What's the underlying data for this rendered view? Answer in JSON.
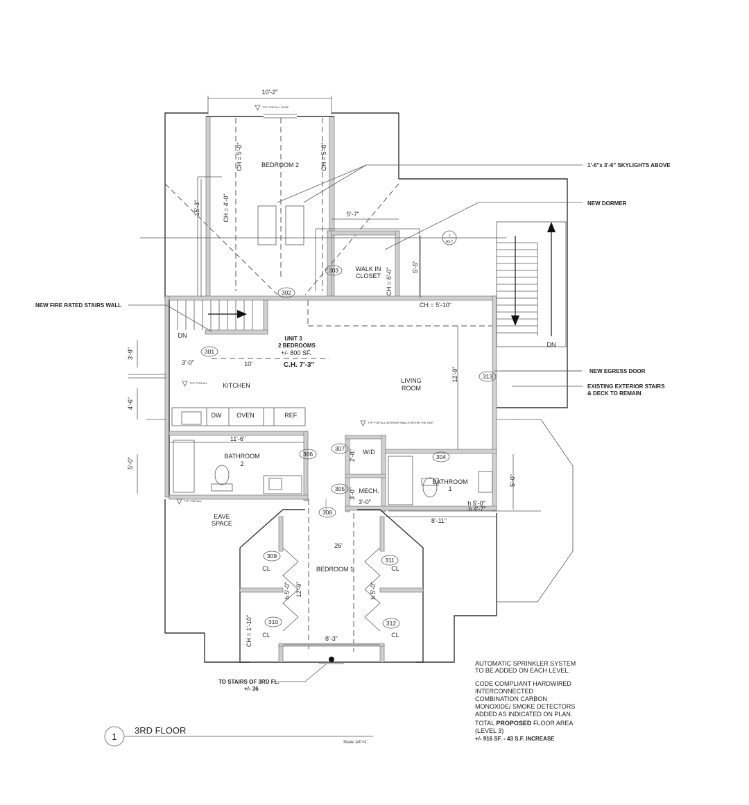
{
  "rooms": {
    "bedroom2": "BEDROOM 2",
    "walk_in_closet_1": "WALK IN",
    "walk_in_closet_2": "CLOSET",
    "kitchen": "KITCHEN",
    "living_1": "LIVING",
    "living_2": "ROOM",
    "bathroom2_1": "BATHROOM",
    "bathroom2_2": "2",
    "bathroom1_1": "BATHROOM",
    "bathroom1_2": "1",
    "eave_1": "EAVE",
    "eave_2": "SPACE",
    "bedroom1": "BEDROOM 1",
    "wd": "W/D",
    "mech": "MECH.",
    "dw": "DW",
    "oven": "OVEN",
    "ref": "REF.",
    "cl": "CL",
    "dn": "DN"
  },
  "unit": {
    "line1": "UNIT 3",
    "line2": "2 BEDROOMS",
    "line3": "+/- 800 SF.",
    "ch": "C.H. 7'-3\""
  },
  "door_tags": [
    "301",
    "302",
    "303",
    "304",
    "305",
    "306",
    "307",
    "308",
    "309",
    "310",
    "311",
    "312",
    "313"
  ],
  "dimensions": {
    "d_10_2": "10'-2\"",
    "d_15_3": "15'-3\"",
    "d_5_7": "5'-7\"",
    "d_5_5": "5'-5\"",
    "d_3_9": "3'-9\"",
    "d_3_0": "3'-0\"",
    "d_10": "10'",
    "d_4_6": "4'-6\"",
    "d_5_0_left": "5'-0\"",
    "d_11_6": "11'-6\"",
    "d_12_9_living": "12'-9\"",
    "d_2_8": "2'-8\"",
    "d_3_0_mech": "3'-0\"",
    "d_3_0_b": "3'-0\"",
    "d_4_7": "h 4'-7\"",
    "d_5_0_bath": "h 5'-0\"",
    "d_8_11": "8'-11\"",
    "d_5_0_right": "5'-0\"",
    "d_26": "26'",
    "d_12_9_bed": "12'-9\"",
    "d_h5_left": "h 5'-0\"",
    "d_h5_right": "h 5'-0\"",
    "d_8_3": "8'-3\"",
    "ch_5_0_a": "CH = 5'-0\"",
    "ch_5_0_b": "CH = 5'-0\"",
    "ch_4_0": "CH = 4'-0\"",
    "ch_6_0": "CH = 6'-0\"",
    "ch_5_10": "CH = 5'-10\"",
    "ch_1_10": "CH = 1'-10\""
  },
  "callouts": {
    "skylights": "1'-6\"x 3'-6\" SKYLIGHTS ABOVE",
    "dormer": "NEW DORMER",
    "fire_wall": "NEW FIRE RATED STAIRS WALL",
    "egress": "NEW EGRESS DOOR",
    "ext_stairs_1": "EXISTING EXTERIOR STAIRS",
    "ext_stairs_2": "& DECK TO REMAIN",
    "to_stairs_1": "TO STAIRS OF 3RD FL.",
    "to_stairs_2": "+/- 36"
  },
  "notes": {
    "n1_1": "AUTOMATIC SPRINKLER SYSTEM",
    "n1_2": "TO BE ADDED ON EACH LEVEL.",
    "n2_1": "CODE COMPLIANT HARDWIRED",
    "n2_2": "INTERCONNECTED",
    "n2_3": "COMBINATION CARBON",
    "n2_4": "MONOXIDE/ SMOKE DETECTORS",
    "n2_5": "ADDED AS INDICATED ON PLAN.",
    "n3_1a": "TOTAL ",
    "n3_1b": "PROPOSED",
    "n3_1c": " FLOOR AREA",
    "n3_2": "(LEVEL 3)",
    "n3_3": "+/- 916 SF. - 43 S.F. INCREASE"
  },
  "title": {
    "number": "1",
    "name": "3RD FLOOR",
    "scale": "Scale 1/4\"=1'"
  },
  "section_marker": {
    "num": "1",
    "sheet": "A3.7"
  },
  "small_notes": {
    "s1": "TYP. FOR ALL ROOF",
    "s2": "TYP. FOR ALL INTERIOR WALLS WITHIN THE UNIT",
    "s3": "TYP. FOR ALL",
    "s4": "TYP. FOR ALL"
  }
}
